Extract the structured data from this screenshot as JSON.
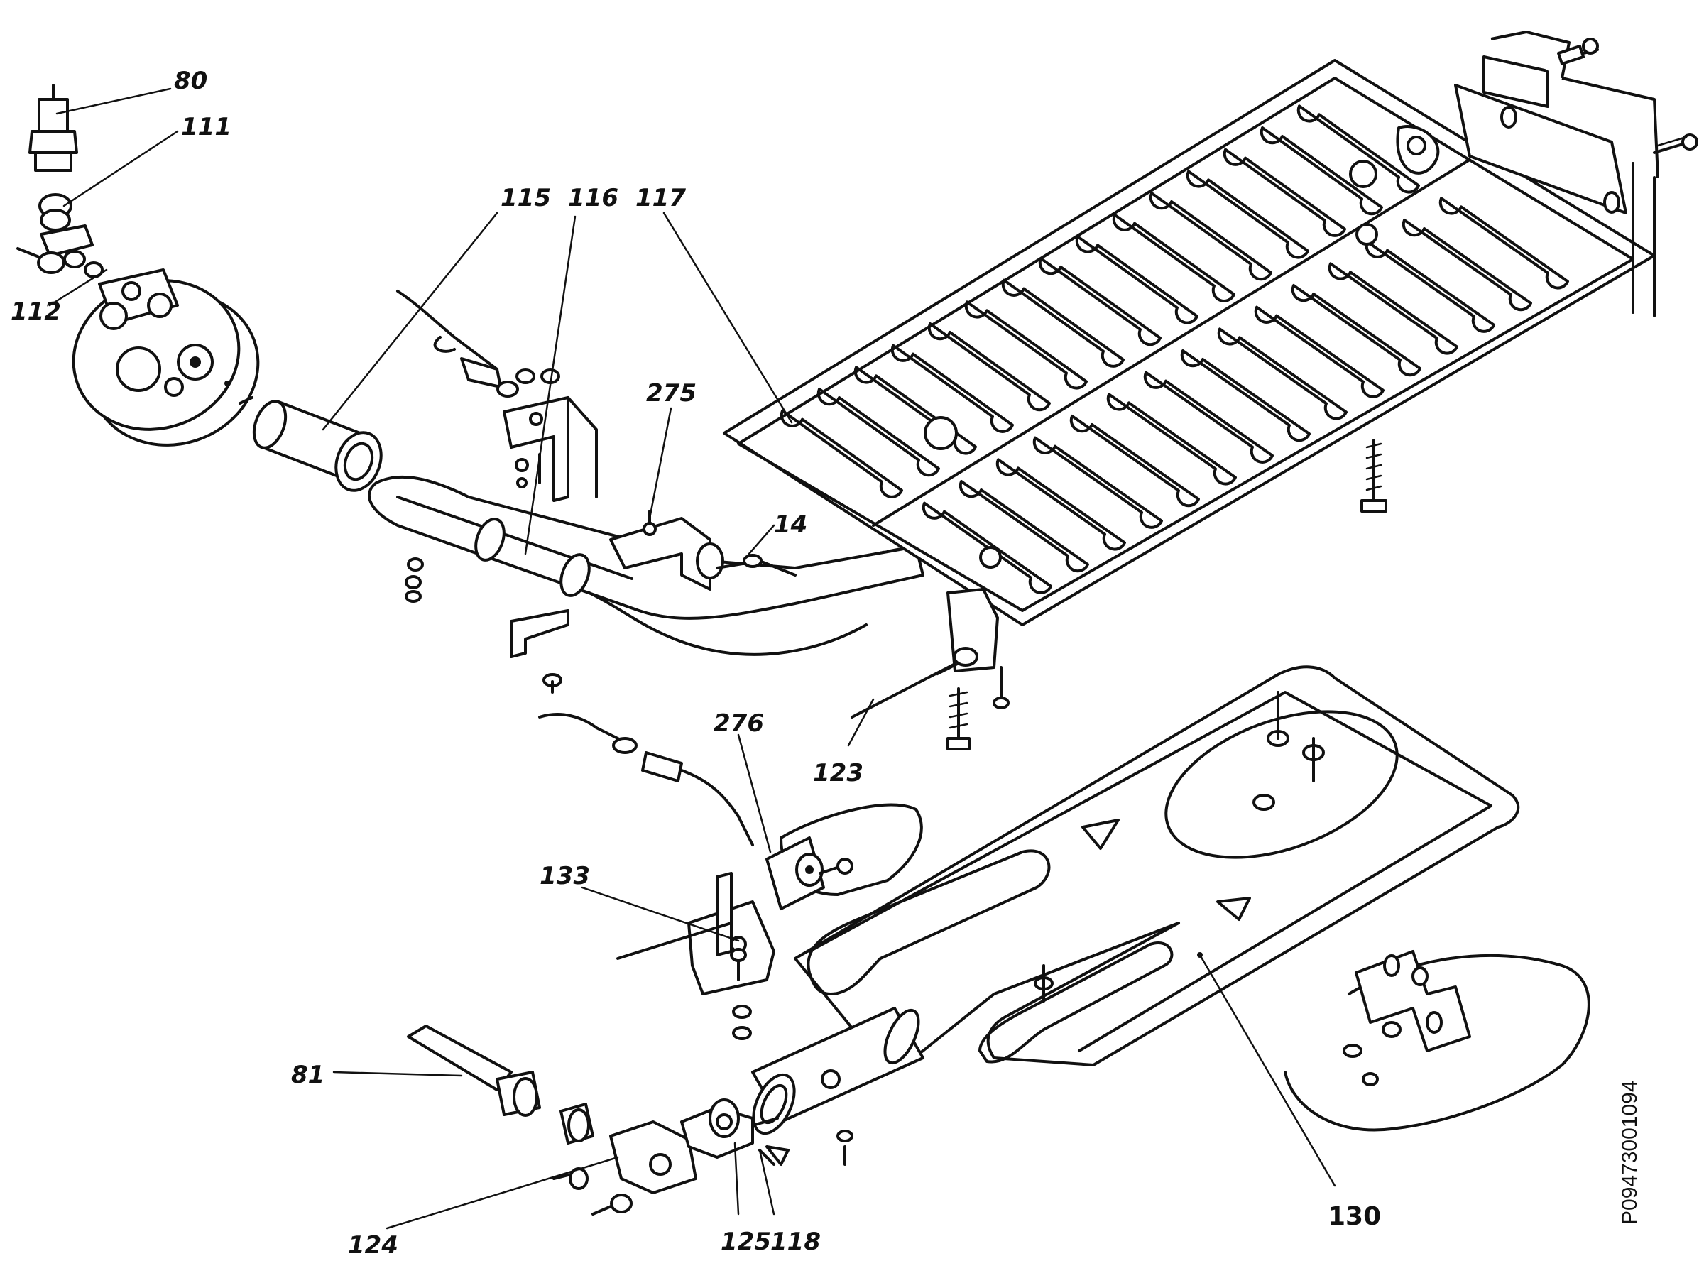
{
  "document_number": "P09473001094",
  "parts": [
    {
      "id": "p80",
      "label": "80"
    },
    {
      "id": "p111",
      "label": "111"
    },
    {
      "id": "p112",
      "label": "112"
    },
    {
      "id": "p115",
      "label": "115"
    },
    {
      "id": "p116",
      "label": "116"
    },
    {
      "id": "p117",
      "label": "117"
    },
    {
      "id": "p275",
      "label": "275"
    },
    {
      "id": "p14",
      "label": "14"
    },
    {
      "id": "p123",
      "label": "123"
    },
    {
      "id": "p276",
      "label": "276"
    },
    {
      "id": "p133",
      "label": "133"
    },
    {
      "id": "p130",
      "label": "130"
    },
    {
      "id": "p81",
      "label": "81"
    },
    {
      "id": "p124",
      "label": "124"
    },
    {
      "id": "p125",
      "label": "125"
    },
    {
      "id": "p118",
      "label": "118"
    }
  ]
}
